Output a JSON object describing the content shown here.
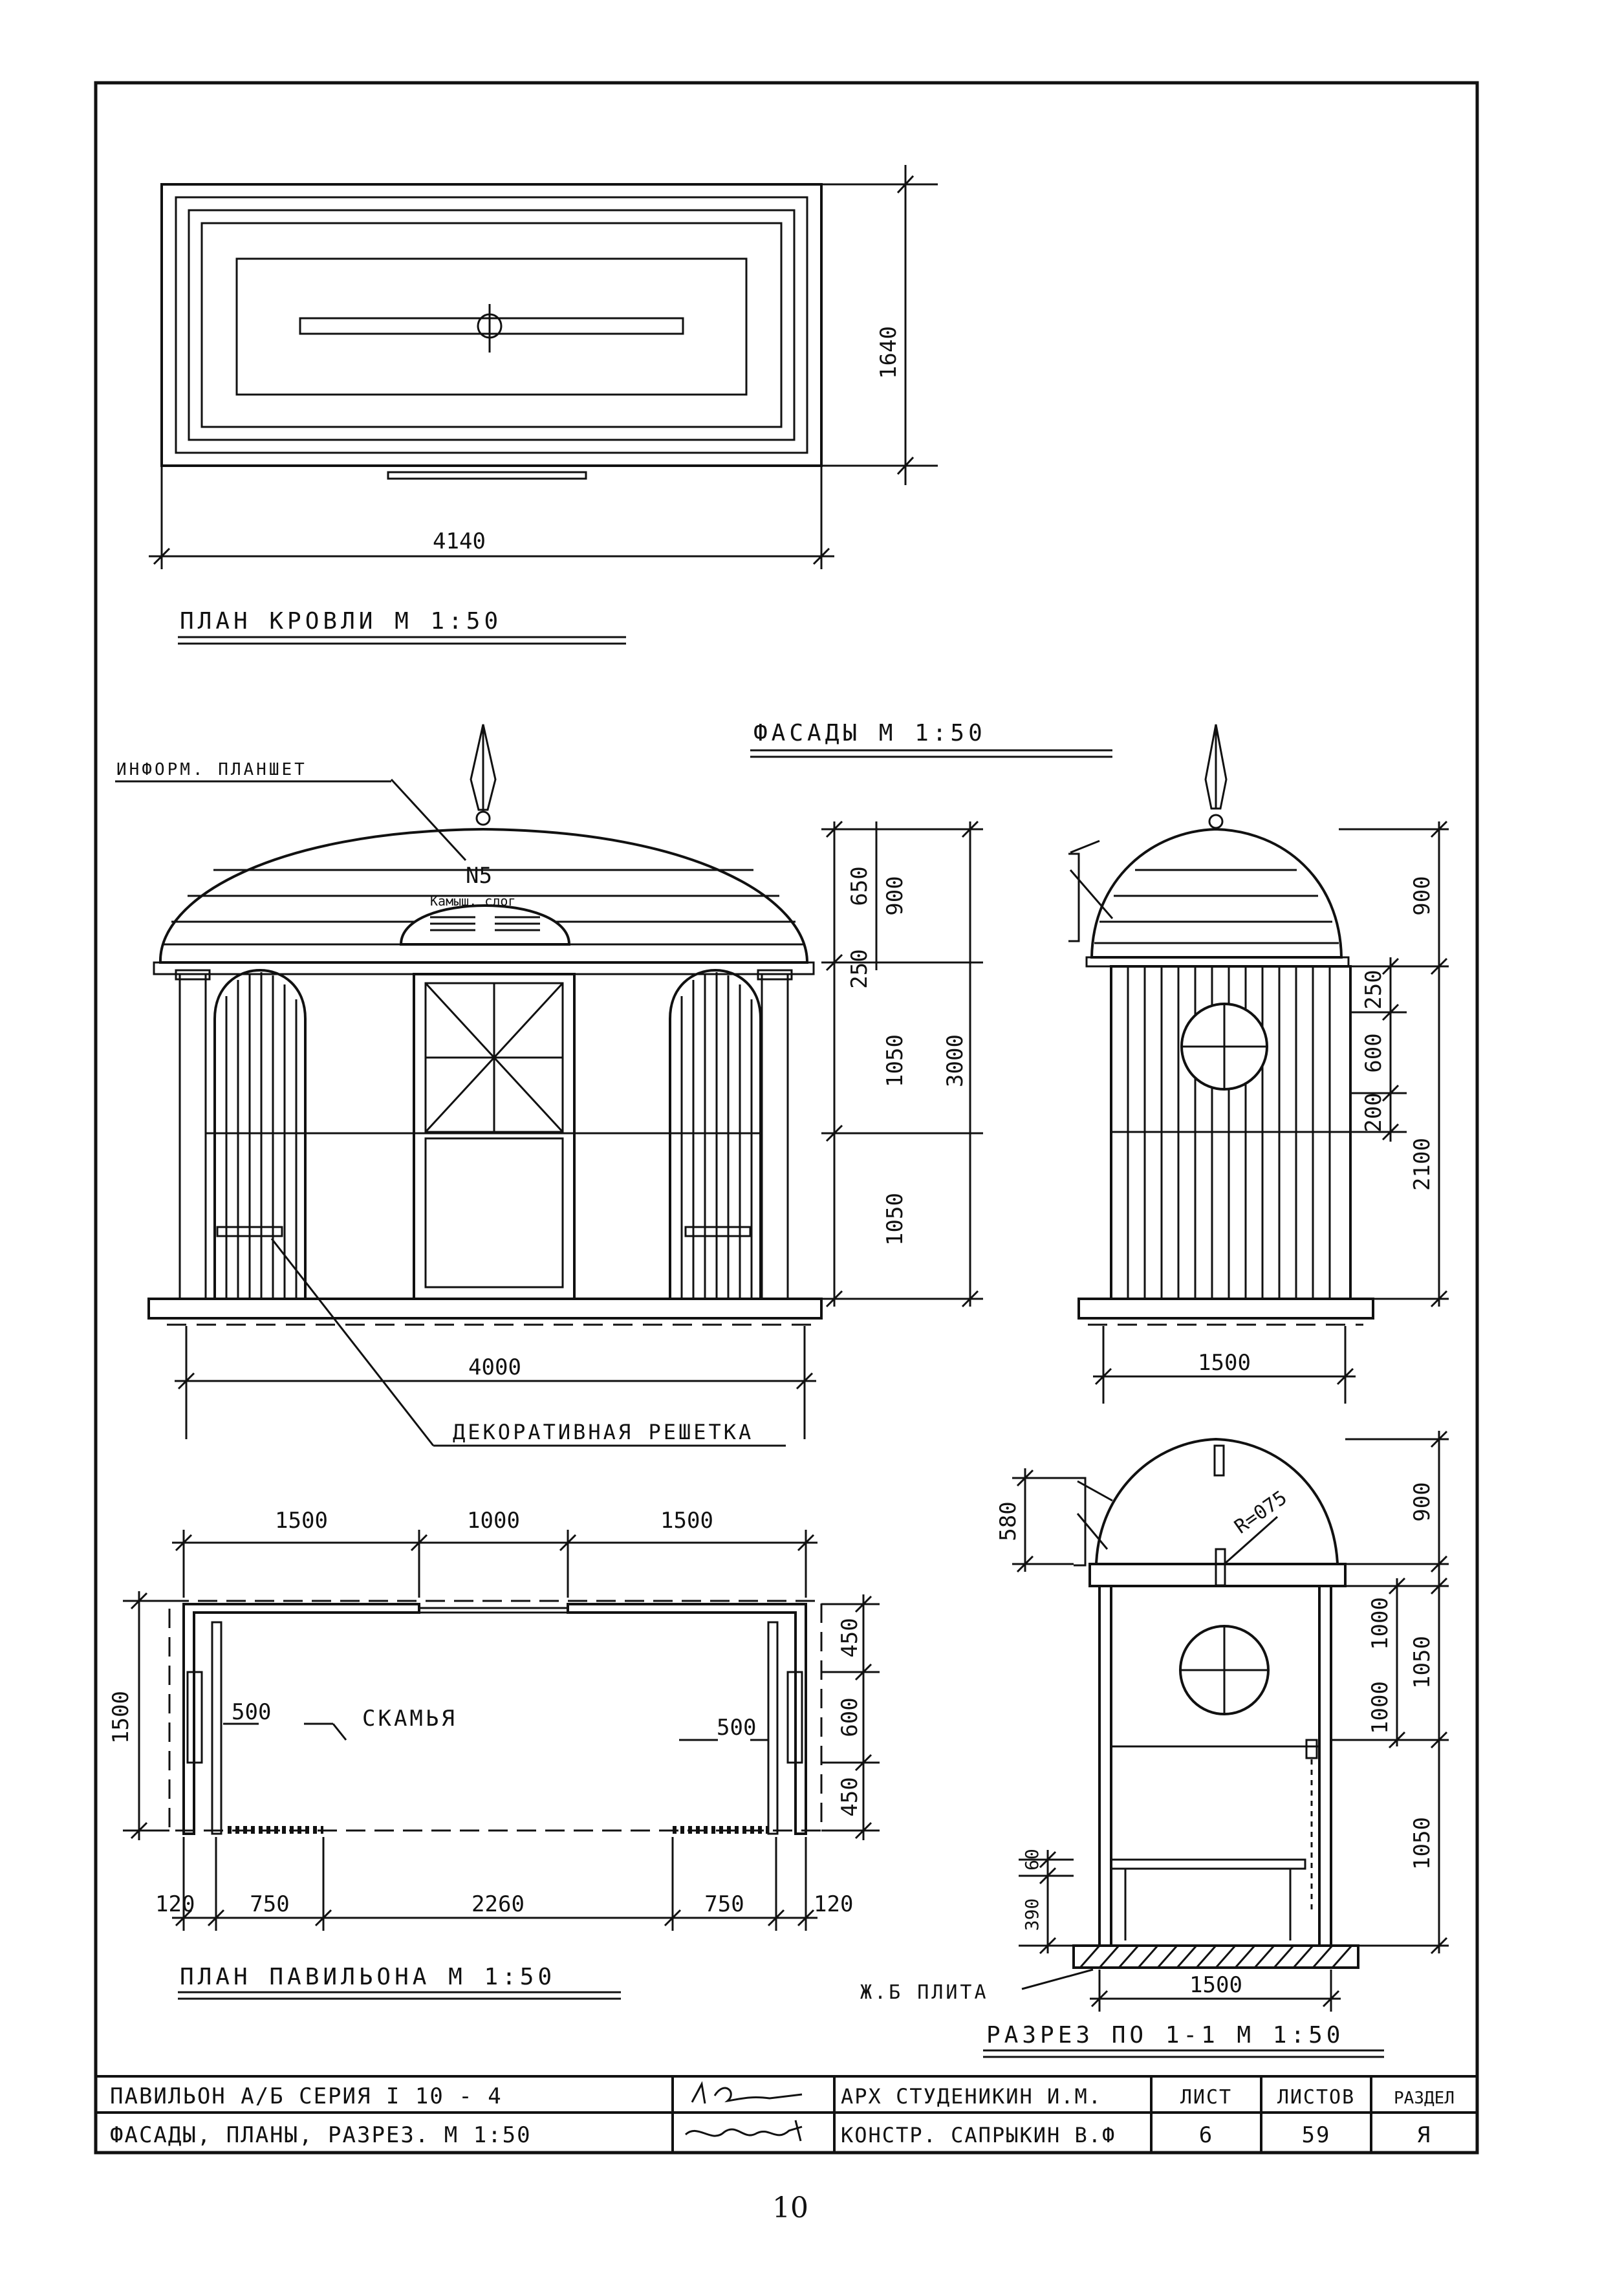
{
  "roof_plan": {
    "title": "ПЛАН КРОВЛИ М 1:50",
    "dim_width": "4140",
    "dim_depth": "1640"
  },
  "facades": {
    "title": "ФАСАДЫ М 1:50",
    "info_board_label": "ИНФОРМ. ПЛАНШЕТ",
    "board_number": "N5",
    "board_place": "Камыш. слог",
    "grille_label": "ДЕКОРАТИВНАЯ РЕШЕТКА",
    "front_dims": [
      "650",
      "900",
      "250",
      "1050",
      "3000",
      "1050"
    ],
    "front_width": "4000",
    "side_dims": [
      "900",
      "250",
      "600",
      "200",
      "2100"
    ],
    "side_width": "1500"
  },
  "plan": {
    "title": "ПЛАН ПАВИЛЬОНА М 1:50",
    "bench_label": "СКАМЬЯ",
    "top_dims": [
      "1500",
      "1000",
      "1500"
    ],
    "bottom_dims": [
      "120",
      "750",
      "2260",
      "750",
      "120"
    ],
    "depth_dim": "1500",
    "right_dims": [
      "450",
      "600",
      "450"
    ],
    "bench_dims": [
      "500",
      "500"
    ]
  },
  "section": {
    "title": "РАЗРЕЗ ПО 1-1 М 1:50",
    "radius_label": "R=075",
    "slab_label": "Ж.Б ПЛИТА",
    "dims_right": [
      "900",
      "1000",
      "1050",
      "1000",
      "1050"
    ],
    "dims_left": [
      "580",
      "390",
      "60"
    ],
    "width": "1500"
  },
  "title_block": {
    "row1_name": "ПАВИЛЬОН А/Б СЕРИЯ I 10 - 4",
    "row2_name": "ФАСАДЫ, ПЛАНЫ, РАЗРЕЗ. М 1:50",
    "architect": "АРХ СТУДЕНИКИН И.М.",
    "constructor": "КОНСТР. САПРЫКИН В.Ф",
    "sheet_header": "ЛИСТ",
    "sheets_header": "ЛИСТОВ",
    "section_header": "РАЗДЕЛ",
    "sheet_value": "6",
    "sheets_value": "59",
    "section_value": "Я"
  },
  "page_number": "10"
}
